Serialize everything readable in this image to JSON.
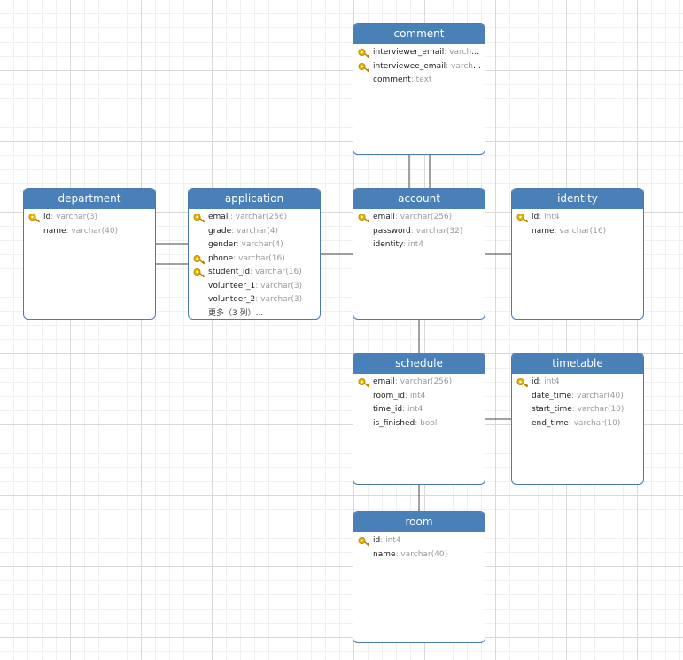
{
  "tables": [
    {
      "id": "comment",
      "title": "comment",
      "fields": [
        {
          "name": "interviewer_email",
          "type": ": varchar...",
          "pk": true
        },
        {
          "name": "interviewee_email",
          "type": ": varchar...",
          "pk": true
        },
        {
          "name": "comment",
          "type": ": text",
          "pk": false
        }
      ]
    },
    {
      "id": "department",
      "title": "department",
      "fields": [
        {
          "name": "id",
          "type": ": varchar(3)",
          "pk": true
        },
        {
          "name": "name",
          "type": ": varchar(40)",
          "pk": false
        }
      ]
    },
    {
      "id": "application",
      "title": "application",
      "fields": [
        {
          "name": "email",
          "type": ": varchar(256)",
          "pk": true
        },
        {
          "name": "grade",
          "type": ": varchar(4)",
          "pk": false
        },
        {
          "name": "gender",
          "type": ": varchar(4)",
          "pk": false
        },
        {
          "name": "phone",
          "type": ": varchar(16)",
          "pk": true
        },
        {
          "name": "student_id",
          "type": ": varchar(16)",
          "pk": true
        },
        {
          "name": "volunteer_1",
          "type": ": varchar(3)",
          "pk": false
        },
        {
          "name": "volunteer_2",
          "type": ": varchar(3)",
          "pk": false
        }
      ],
      "more": "更多（3 列）..."
    },
    {
      "id": "account",
      "title": "account",
      "fields": [
        {
          "name": "email",
          "type": ": varchar(256)",
          "pk": true
        },
        {
          "name": "password",
          "type": ": varchar(32)",
          "pk": false
        },
        {
          "name": "identity",
          "type": ": int4",
          "pk": false
        }
      ]
    },
    {
      "id": "identity",
      "title": "identity",
      "fields": [
        {
          "name": "id",
          "type": ": int4",
          "pk": true
        },
        {
          "name": "name",
          "type": ": varchar(16)",
          "pk": false
        }
      ]
    },
    {
      "id": "schedule",
      "title": "schedule",
      "fields": [
        {
          "name": "email",
          "type": ": varchar(256)",
          "pk": true
        },
        {
          "name": "room_id",
          "type": ": int4",
          "pk": false
        },
        {
          "name": "time_id",
          "type": ": int4",
          "pk": false
        },
        {
          "name": "is_finished",
          "type": ": bool",
          "pk": false
        }
      ]
    },
    {
      "id": "timetable",
      "title": "timetable",
      "fields": [
        {
          "name": "id",
          "type": ": int4",
          "pk": true
        },
        {
          "name": "date_time",
          "type": ": varchar(40)",
          "pk": false
        },
        {
          "name": "start_time",
          "type": ": varchar(10)",
          "pk": false
        },
        {
          "name": "end_time",
          "type": ": varchar(10)",
          "pk": false
        }
      ]
    },
    {
      "id": "room",
      "title": "room",
      "fields": [
        {
          "name": "id",
          "type": ": int4",
          "pk": true
        },
        {
          "name": "name",
          "type": ": varchar(40)",
          "pk": false
        }
      ]
    }
  ],
  "colors": {
    "header": "#4a80b8",
    "border": "#4a7ab0",
    "key": "#e8b400",
    "connector": "#444444"
  }
}
